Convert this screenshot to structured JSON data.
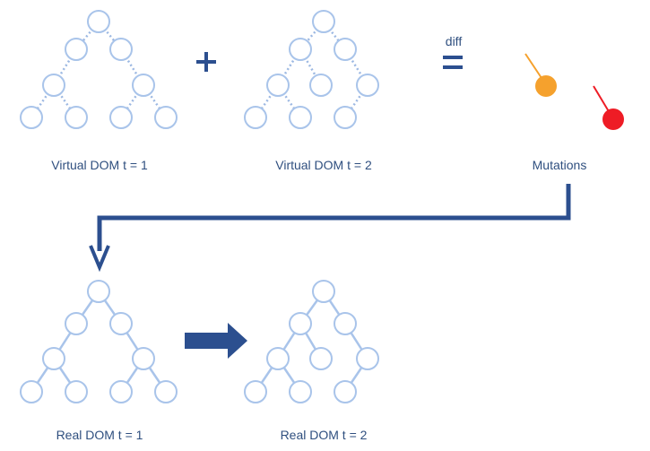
{
  "trees": [
    {
      "id": "vdom1",
      "label": "Virtual DOM t = 1",
      "edge_style": "dotted"
    },
    {
      "id": "vdom2",
      "label": "Virtual DOM t = 2",
      "edge_style": "dotted"
    },
    {
      "id": "rdom1",
      "label": "Real DOM t = 1",
      "edge_style": "solid"
    },
    {
      "id": "rdom2",
      "label": "Real DOM t = 2",
      "edge_style": "solid"
    }
  ],
  "operators": {
    "plus": "+",
    "equals": "=",
    "diff_label": "diff"
  },
  "mutations": {
    "label": "Mutations",
    "items": [
      {
        "color": "#f5a12d"
      },
      {
        "color": "#ee1c25"
      }
    ]
  },
  "colors": {
    "label_text": "#2f4f7f",
    "node_stroke": "#a9c4ea",
    "arrow": "#2c4f8f"
  }
}
